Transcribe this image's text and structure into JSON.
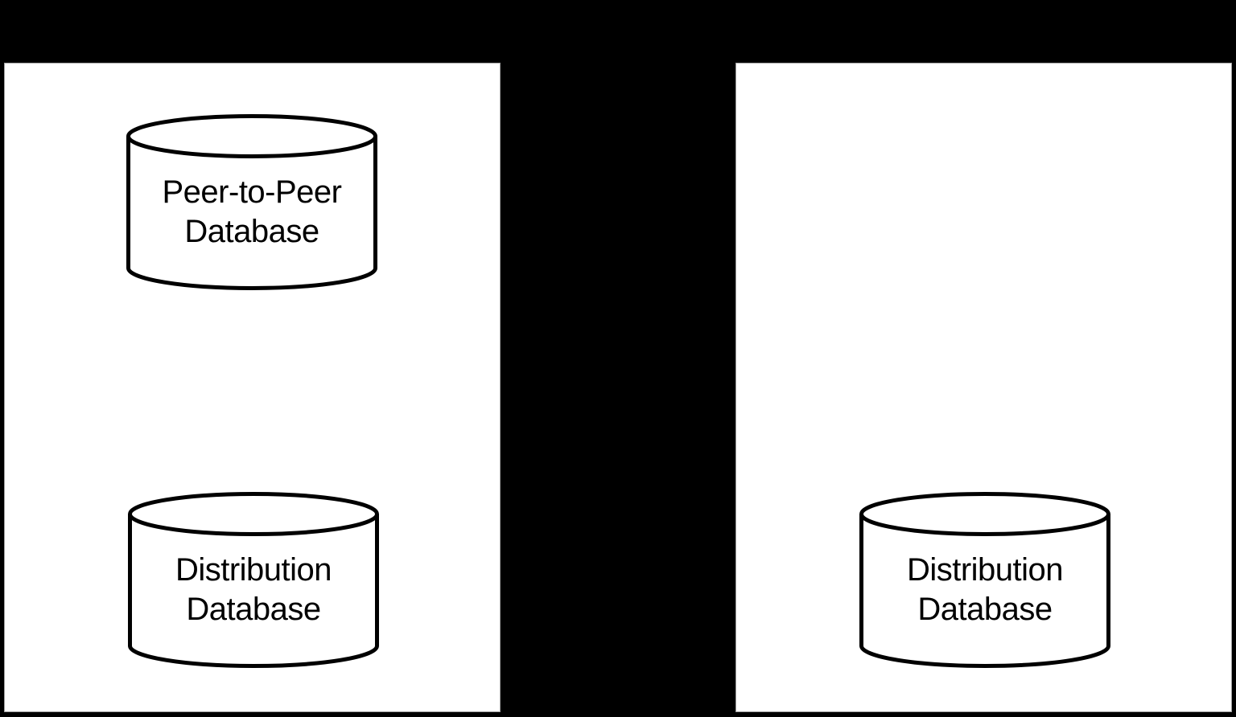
{
  "colors": {
    "background": "#000000",
    "panel_fill": "#ffffff",
    "panel_border": "#a0a0a0",
    "shape_stroke": "#000000",
    "text": "#000000"
  },
  "panels": {
    "left": {
      "nodes": [
        {
          "name": "peer-to-peer-database",
          "icon": "database-cylinder-icon",
          "lines": [
            "Peer-to-Peer",
            "Database"
          ]
        },
        {
          "name": "distribution-database",
          "icon": "database-cylinder-icon",
          "lines": [
            "Distribution",
            "Database"
          ]
        }
      ]
    },
    "right": {
      "nodes": [
        {
          "name": "distribution-database",
          "icon": "database-cylinder-icon",
          "lines": [
            "Distribution",
            "Database"
          ]
        }
      ]
    }
  }
}
